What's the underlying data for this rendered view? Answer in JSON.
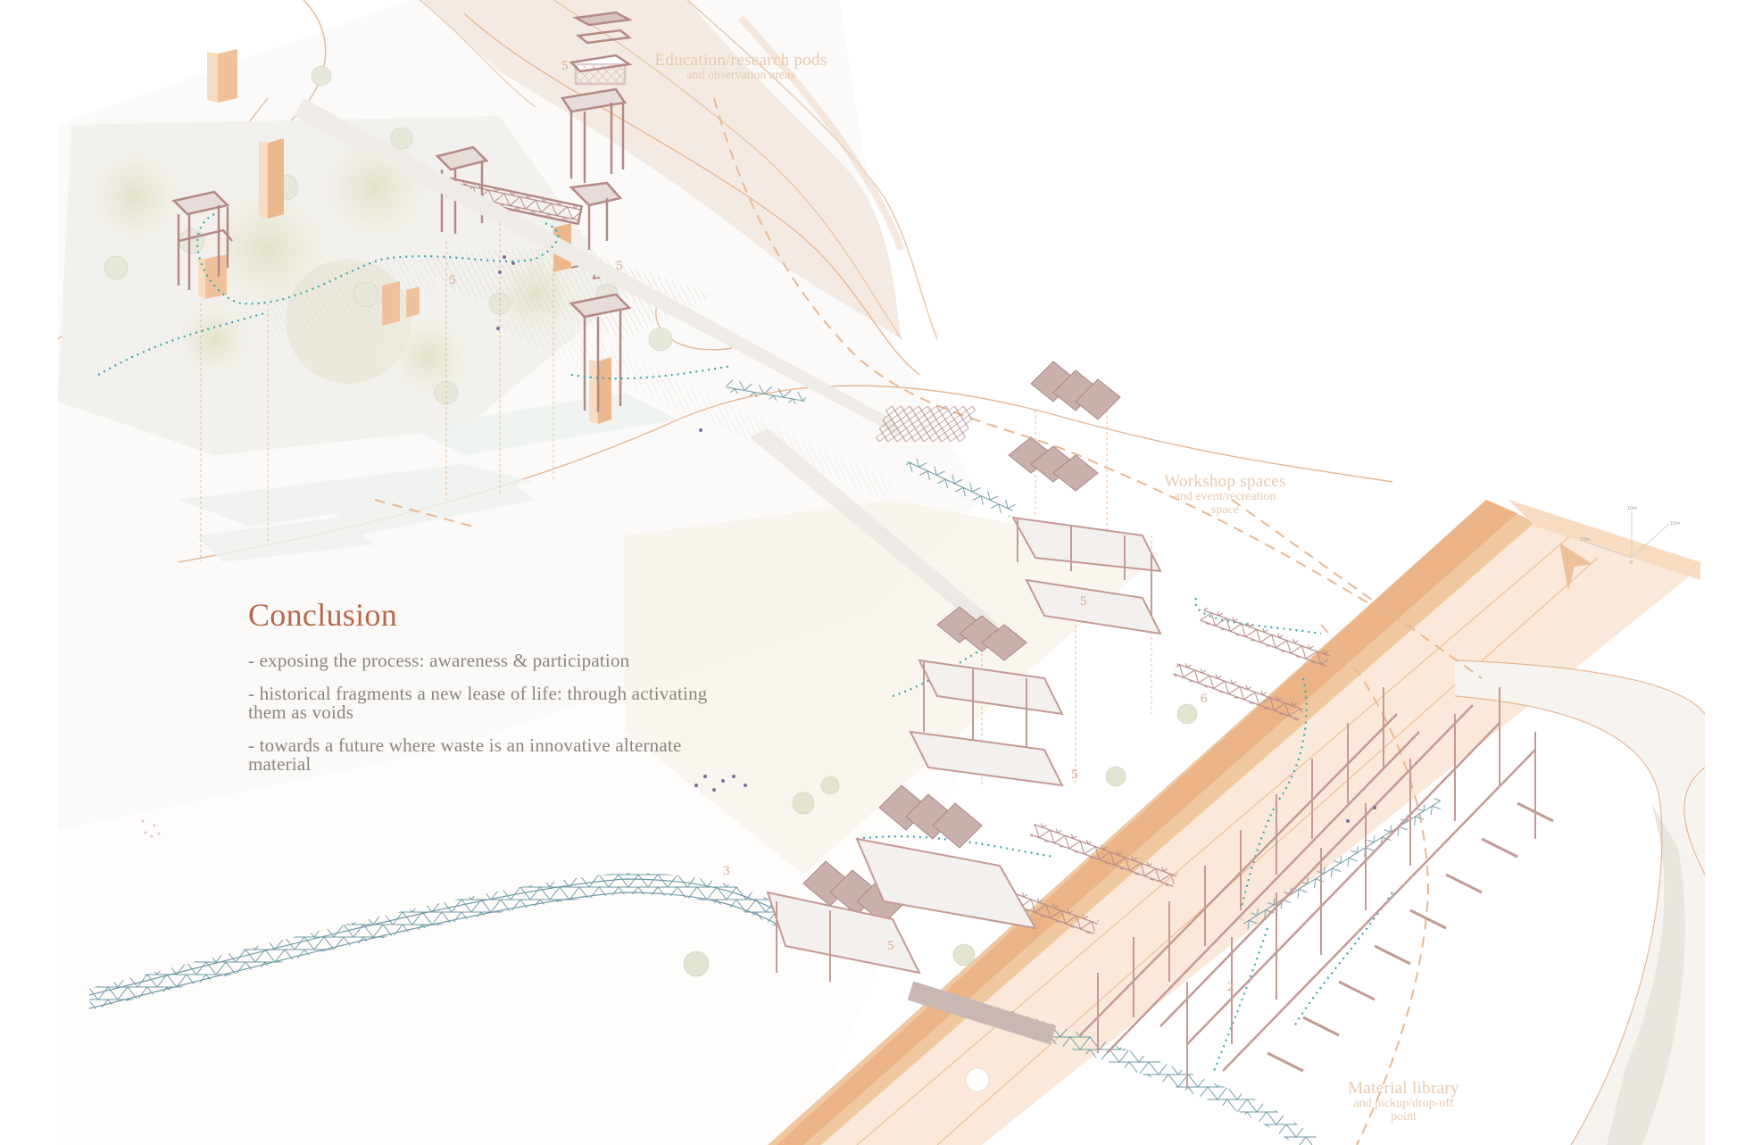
{
  "title": "Conclusion",
  "conclusion_points": [
    "- exposing the process: awareness & participation",
    "- historical fragments a new lease of life: through activating them as voids",
    "- towards a future where waste is an innovative alternate material"
  ],
  "annotations": {
    "education": {
      "main": "Education/research  pods",
      "sub": "and observation areas"
    },
    "workshop": {
      "main": "Workshop spaces",
      "sub1": "and event/recreation",
      "sub2": "space"
    },
    "material": {
      "main": "Material library",
      "sub1": "and pickup/drop-off",
      "sub2": "point"
    }
  },
  "scale_axes": {
    "x_label": "10m",
    "y_label": "10m",
    "z_label": "10m",
    "origin_label": "0"
  },
  "zone_numbers": [
    "5",
    "5",
    "5",
    "5",
    "3",
    "5",
    "5",
    "6",
    "2"
  ],
  "north_arrow": "north-arrow-icon",
  "colors": {
    "accent_title": "#b8684a",
    "body_text": "#8a8580",
    "annotation": "#e8c9ad",
    "structure": "#b48a86",
    "bridge": "#6f9aa5",
    "terrain_orange": "#f0c8a0",
    "path_dotted": "#3aa6a8"
  }
}
